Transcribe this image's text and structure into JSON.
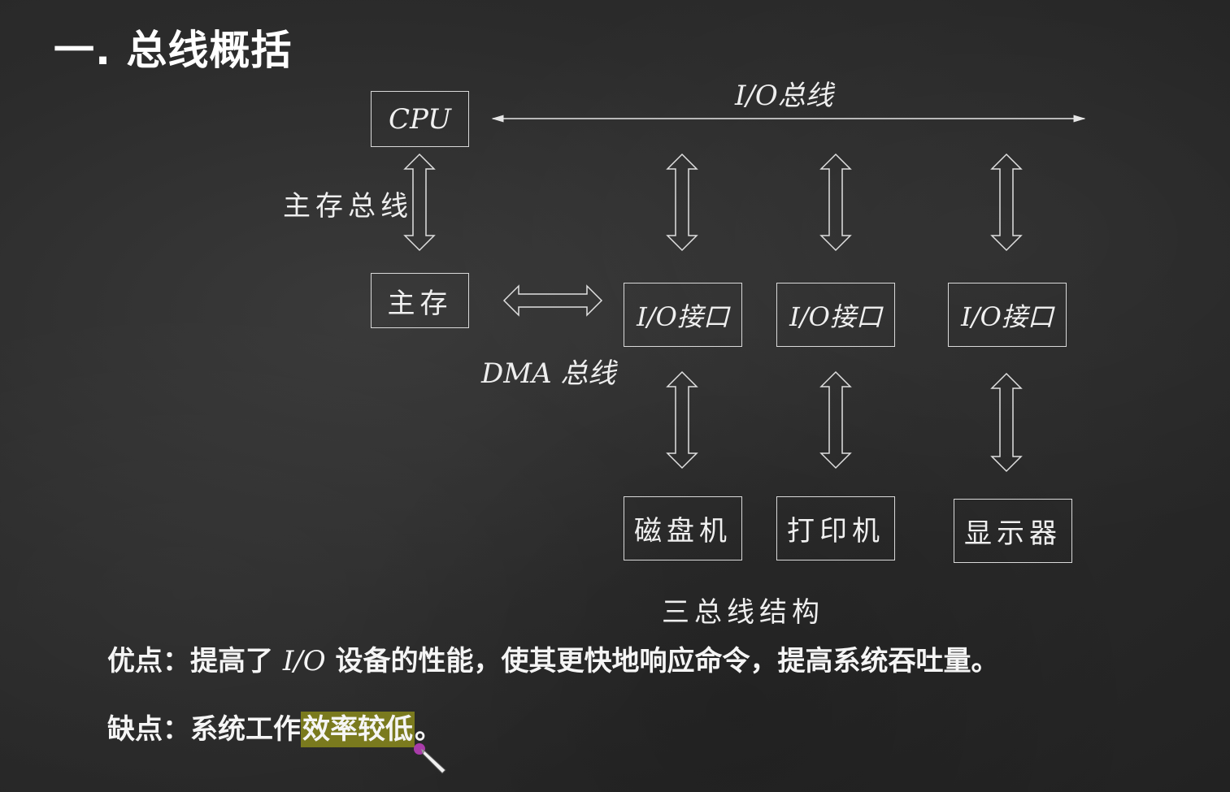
{
  "title": "一. 总线概括",
  "diagram": {
    "io_bus_label": "I/O总线",
    "main_bus_label": "主存总线",
    "dma_bus_label": "DMA 总线",
    "caption": "三总线结构",
    "cpu": "CPU",
    "memory": "主存",
    "interface1": "I/O接口",
    "interface2": "I/O接口",
    "interface3": "I/O接口",
    "device1": "磁盘机",
    "device2": "打印机",
    "device3": "显示器"
  },
  "notes": {
    "pros_prefix": "优点：提高了",
    "pros_io": "I/O",
    "pros_suffix": "设备的性能，使其更快地响应命令，提高系统吞吐量。",
    "cons_prefix": "缺点：系统工作",
    "cons_highlight": "效率较低",
    "cons_suffix": "。"
  },
  "colors": {
    "background": "#2b2b2b",
    "line": "#e6e6e6",
    "highlight": "#7a7a1e",
    "cursor_dot": "#c040c0"
  }
}
